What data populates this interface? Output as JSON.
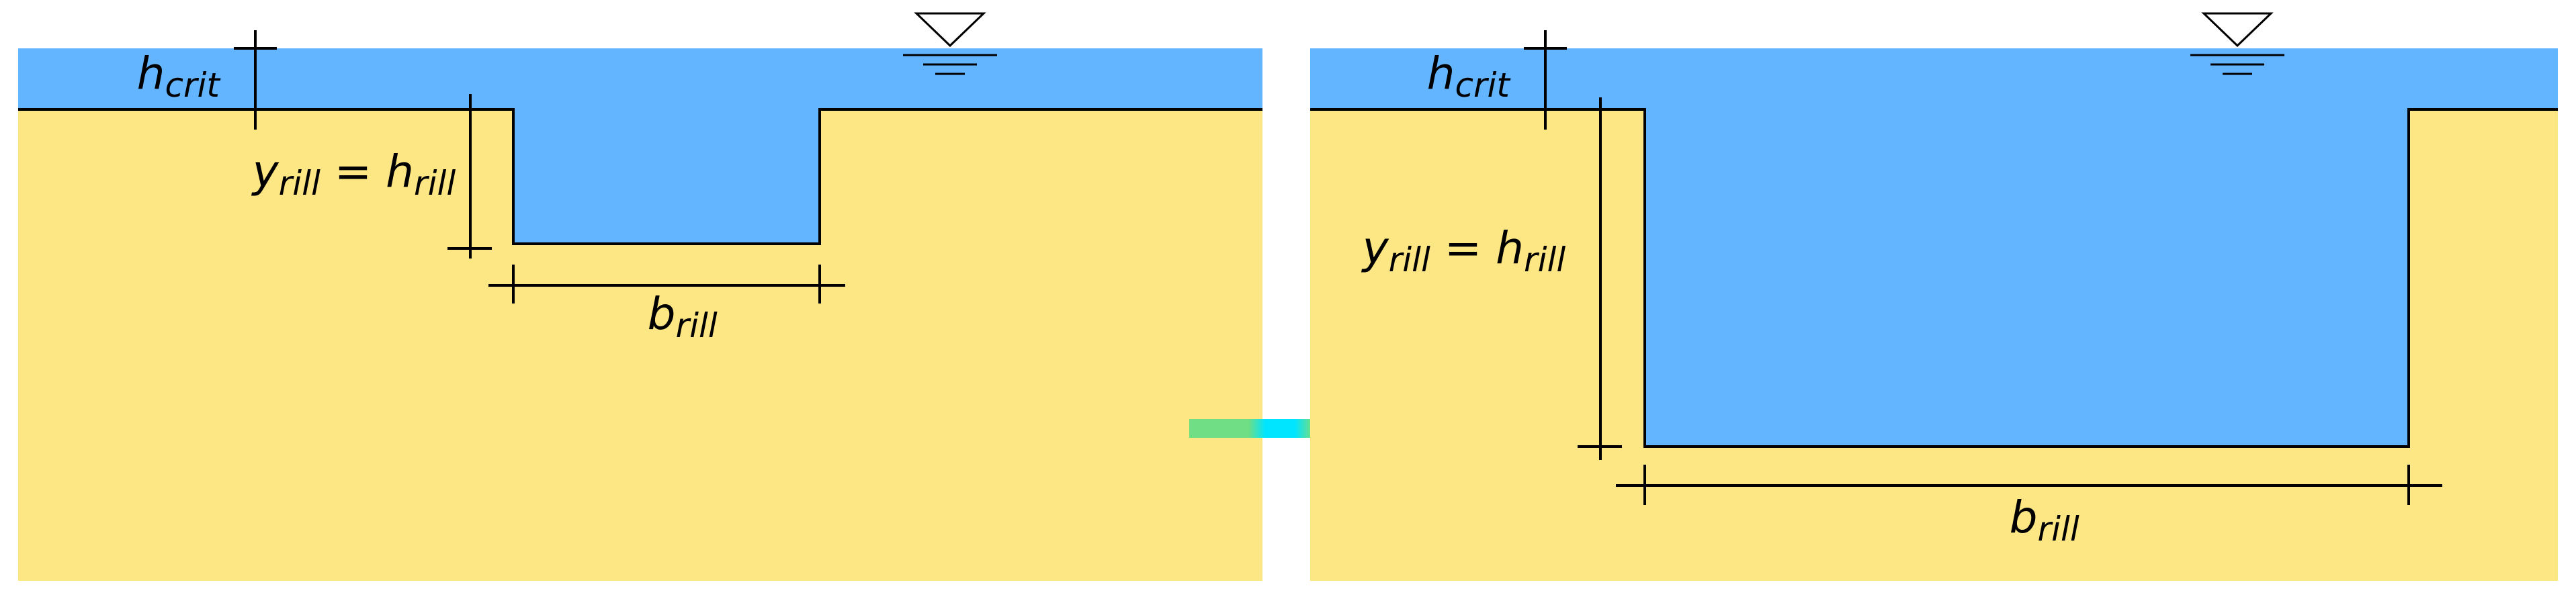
{
  "colors": {
    "water": "#64B5FF",
    "soil": "#FDE784",
    "line": "#000000",
    "arrow_head": "#6FDE84",
    "arrow_mid": "#00E5FF"
  },
  "symbols": {
    "h": "h",
    "crit": "crit",
    "y": "y",
    "rill": "rill",
    "equals": " = ",
    "b": "b"
  },
  "panels": [
    {
      "id": "before",
      "water_surface_icon": "water-level-triangle-icon"
    },
    {
      "id": "after",
      "water_surface_icon": "water-level-triangle-icon"
    }
  ],
  "arrow_icon": "right-arrow-icon"
}
